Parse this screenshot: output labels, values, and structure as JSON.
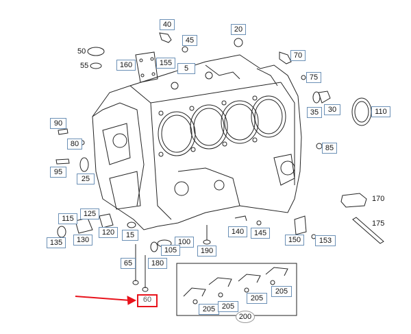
{
  "callouts": [
    "40",
    "45",
    "20",
    "50",
    "55",
    "160",
    "155",
    "5",
    "70",
    "75",
    "35",
    "30",
    "110",
    "90",
    "80",
    "85",
    "95",
    "25",
    "170",
    "175",
    "115",
    "125",
    "135",
    "130",
    "120",
    "15",
    "100",
    "105",
    "190",
    "140",
    "145",
    "150",
    "153",
    "65",
    "180",
    "60",
    "205",
    "205",
    "205",
    "205",
    "200"
  ],
  "highlighted_callout": "60",
  "colors": {
    "callout_border": "#6a8fb5",
    "highlight": "#e8121b",
    "line_art": "#222222"
  }
}
